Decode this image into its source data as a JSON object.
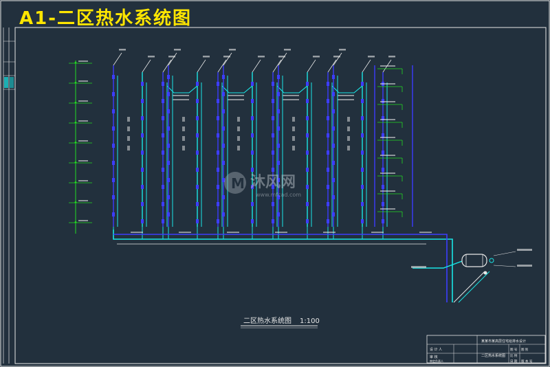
{
  "header": {
    "title": "A1-二区热水系统图"
  },
  "drawing": {
    "caption": "二区热水系统图",
    "scale": "1:100",
    "watermark_brand": "沐风网",
    "watermark_url": "www.mfcad.com"
  },
  "title_block": {
    "project": "某某市某高层住宅给排水设计",
    "sheet_name": "二区热水系统图",
    "rows": [
      "设 计 人",
      "审 核",
      "审定负责人"
    ],
    "labels": [
      "图 号",
      "比 例",
      "日 期",
      "版 本 号",
      "图 别"
    ]
  },
  "colors": {
    "background": "#22303d",
    "title": "#ffe600",
    "pipe_cyan": "#19e6e6",
    "pipe_blue": "#3d3dff",
    "line_white": "#e8e8e8",
    "level_green": "#22dd22"
  }
}
